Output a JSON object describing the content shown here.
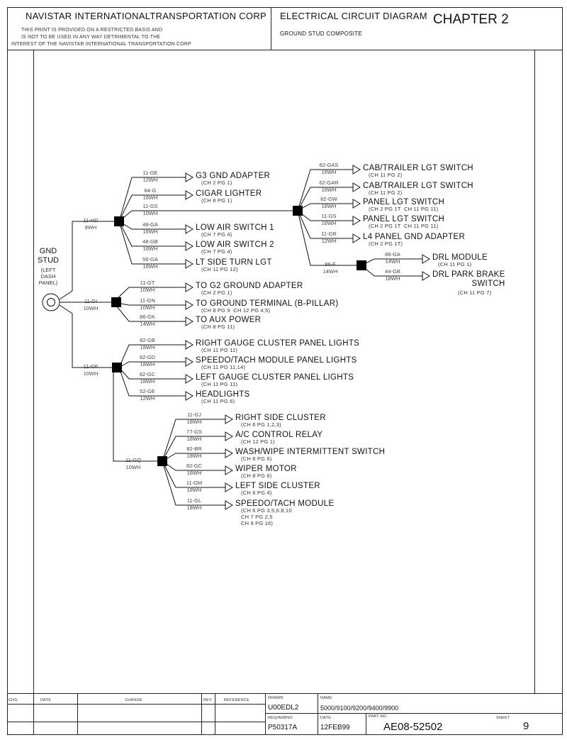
{
  "header": {
    "company": "NAVISTAR INTERNATIONALTRANSPORTATION CORP",
    "notice": [
      "THIS PRINT IS PROVIDED ON A RESTRICTED BASIS AND",
      "IS NOT TO BE USED IN ANY WAY DETRIMENTAL TO THE",
      "INTEREST OF THE NAVISTAR INTERNATIONAL TRANSPORTATION CORP"
    ],
    "diagram_title": "ELECTRICAL CIRCUIT DIAGRAM",
    "chapter": "CHAPTER 2",
    "subtitle": "GROUND STUD COMPOSITE"
  },
  "ground_stud": {
    "title": "GND\nSTUD",
    "subtitle": "(LEFT\nDASH\nPANEL)"
  },
  "branch_wires": [
    {
      "id": "11-HD",
      "gauge": "8WH"
    },
    {
      "id": "11-GI",
      "gauge": "10WH"
    },
    {
      "id": "11-GF",
      "gauge": "10WH"
    },
    {
      "id": "11-GQ",
      "gauge": "10WH"
    },
    {
      "id": "86-F",
      "gauge": "14WH"
    }
  ],
  "circuits": [
    {
      "wire": "11-GE",
      "gauge": "12WH",
      "label": "G3 GND ADAPTER",
      "ref": "(CH 2 PG 1)"
    },
    {
      "wire": "84-G",
      "gauge": "16WH",
      "label": "CIGAR LIGHTER",
      "ref": "(CH 8 PG 1)"
    },
    {
      "wire": "11-GS",
      "gauge": "10WH",
      "label": "",
      "ref": ""
    },
    {
      "wire": "48-GA",
      "gauge": "16WH",
      "label": "LOW AIR SWITCH 1",
      "ref": "(CH 7 PG 4)"
    },
    {
      "wire": "48-GB",
      "gauge": "16WH",
      "label": "LOW AIR SWITCH 2",
      "ref": "(CH 7 PG 4)"
    },
    {
      "wire": "56-GA",
      "gauge": "16WH",
      "label": "LT SIDE TURN LGT",
      "ref": "(CH 11 PG 12)"
    },
    {
      "wire": "62-GAS",
      "gauge": "16WH",
      "label": "CAB/TRAILER LGT SWITCH",
      "ref": "(CH 11 PG 2)"
    },
    {
      "wire": "62-GAR",
      "gauge": "16WH",
      "label": "CAB/TRAILER LGT SWITCH",
      "ref": "(CH 11 PG 2)"
    },
    {
      "wire": "82-GW",
      "gauge": "16WH",
      "label": "PANEL LGT SWITCH",
      "ref": "(CH 2 PG 1T  CH 11 PG 11)"
    },
    {
      "wire": "11-GS",
      "gauge": "16WH",
      "label": "PANEL LGT SWITCH",
      "ref": "(CH 2 PG 1T  CH 11 PG 11)"
    },
    {
      "wire": "11-GR",
      "gauge": "12WH",
      "label": "L4 PANEL GND ADAPTER",
      "ref": "(CH 2 PG 1T)"
    },
    {
      "wire": "86-GA",
      "gauge": "14WH",
      "label": "DRL MODULE",
      "ref": "(CH 11 PG 1)"
    },
    {
      "wire": "44-GB",
      "gauge": "18WH",
      "label": "DRL PARK BRAKE\nSWITCH",
      "ref": "(CH 11 PG 7)"
    },
    {
      "wire": "11-GT",
      "gauge": "10WH",
      "label": "TO G2 GROUND ADAPTER",
      "ref": "(CH 2 PG 1)"
    },
    {
      "wire": "11-GN",
      "gauge": "10WH",
      "label": "TO GROUND TERMINAL (B-PILLAR)",
      "ref": "(CH 8 PG 9  CH 12 PG 4,5)"
    },
    {
      "wire": "86-GK",
      "gauge": "14WH",
      "label": "TO AUX POWER",
      "ref": "(CH 8 PG 11)"
    },
    {
      "wire": "82-GB",
      "gauge": "18WH",
      "label": "RIGHT GAUGE CLUSTER PANEL LIGHTS",
      "ref": "(CH 11 PG 11)"
    },
    {
      "wire": "82-GD",
      "gauge": "18WH",
      "label": "SPEEDO/TACH MODULE PANEL LIGHTS",
      "ref": "(CH 11 PG 11,14)"
    },
    {
      "wire": "82-GC",
      "gauge": "18WH",
      "label": "LEFT GAUGE CLUSTER PANEL LIGHTS",
      "ref": "(CH 11 PG 11)"
    },
    {
      "wire": "52-GE",
      "gauge": "12WH",
      "label": "HEADLIGHTS",
      "ref": "(CH 11 PG 6)"
    },
    {
      "wire": "11-GJ",
      "gauge": "18WH",
      "label": "RIGHT SIDE CLUSTER",
      "ref": "(CH 6 PG 1,2,3)"
    },
    {
      "wire": "77-GS",
      "gauge": "18WH",
      "label": "A/C CONTROL RELAY",
      "ref": "(CH 12 PG 1)"
    },
    {
      "wire": "82-BR",
      "gauge": "18WH",
      "label": "WASH/WIPE INTERMITTENT SWITCH",
      "ref": "(CH 8 PG 6)"
    },
    {
      "wire": "82-GC",
      "gauge": "16WH",
      "label": "WIPER MOTOR",
      "ref": "(CH 8 PG 6)"
    },
    {
      "wire": "11-GM",
      "gauge": "18WH",
      "label": "LEFT SIDE CLUSTER",
      "ref": "(CH 6 PG 4)"
    },
    {
      "wire": "11-GL",
      "gauge": "18WH",
      "label": "SPEEDO/TACH MODULE",
      "ref": "(CH 6 PG 3,5,6,8,10\nCH 7 PG 2,5\nCH 9 PG 16)"
    }
  ],
  "title_block": {
    "col_chg": "CHG",
    "col_date": "DATE",
    "col_change": "CHANGE",
    "col_rev": "REV",
    "col_reference": "REFERENCE",
    "drawn_label": "DRAWN",
    "drawn_value": "U00EDL2",
    "name_label": "NAME",
    "name_value": "5000/9100/9200/9400/9900",
    "req_label": "REQ/ARBNO",
    "req_value": "P50317A",
    "date_label": "DATE",
    "date_value": "12FEB99",
    "part_label": "PART NO.",
    "part_value": "AE08-52502",
    "sheet_label": "SHEET",
    "sheet_value": "9"
  }
}
